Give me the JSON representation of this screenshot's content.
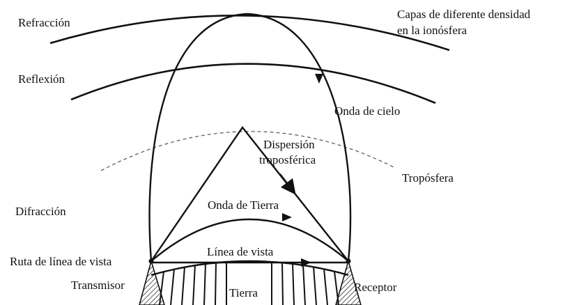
{
  "colors": {
    "ink": "#111111",
    "dashed_layer": "#555555",
    "background": "#ffffff"
  },
  "labels": {
    "refraction": "Refracción",
    "layers_line1": "Capas de diferente densidad",
    "layers_line2": "en la ionósfera",
    "reflection": "Reflexión",
    "sky_wave": "Onda de cielo",
    "scatter_line1": "Dispersión",
    "scatter_line2": "troposférica",
    "troposphere": "Tropósfera",
    "diffraction": "Difracción",
    "ground_wave": "Onda de Tierra",
    "line_of_sight_route": "Ruta de línea de vista",
    "line_of_sight": "Línea de vista",
    "transmitter": "Transmisor",
    "earth": "Tierra",
    "receiver": "Receptor"
  }
}
